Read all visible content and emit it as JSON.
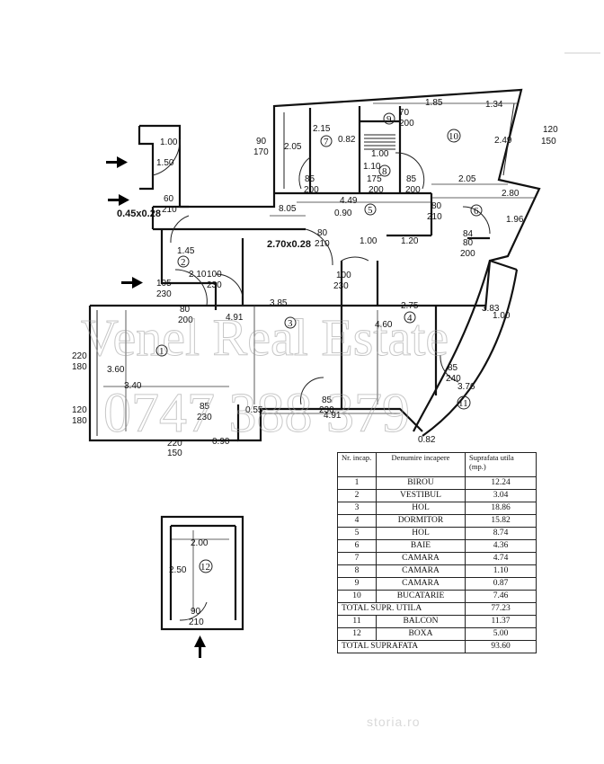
{
  "watermark": {
    "line1": "Venel Real Estate",
    "line2": "0747 388 379"
  },
  "rooms": [
    {
      "id": "1",
      "label": "1"
    },
    {
      "id": "2",
      "label": "2"
    },
    {
      "id": "3",
      "label": "3"
    },
    {
      "id": "4",
      "label": "4"
    },
    {
      "id": "5",
      "label": "5"
    },
    {
      "id": "6",
      "label": "6"
    },
    {
      "id": "7",
      "label": "7"
    },
    {
      "id": "8",
      "label": "8"
    },
    {
      "id": "9",
      "label": "9"
    },
    {
      "id": "10",
      "label": "10"
    },
    {
      "id": "11",
      "label": "11"
    },
    {
      "id": "12",
      "label": "12"
    }
  ],
  "dimensions": {
    "d_100": "1.00",
    "d_150": "1.50",
    "d_60": "60",
    "d_210a": "210",
    "d_045": "0.45x0.28",
    "d_145": "1.45",
    "d_210b": "2.10",
    "d_100b": "100",
    "d_230a": "230",
    "d_105": "105",
    "d_230b": "230",
    "d_80a": "80",
    "d_200a": "200",
    "d_385": "3.85",
    "d_491a": "4.91",
    "d_220a": "220",
    "d_180a": "180",
    "d_360": "3.60",
    "d_340": "3.40",
    "d_120a": "120",
    "d_180b": "180",
    "d_85a": "85",
    "d_230c": "230",
    "d_055": "0.55",
    "d_85b": "85",
    "d_230d": "230",
    "d_491b": "4.91",
    "d_220b": "220",
    "d_150b": "150",
    "d_090a": "0.90",
    "d_90": "90",
    "d_170": "170",
    "d_215": "2.15",
    "d_205a": "2.05",
    "d_082a": "0.82",
    "d_85c": "85",
    "d_200b": "200",
    "d_175": "175",
    "d_200c": "200",
    "d_110": "1.10",
    "d_100c": "1.00",
    "d_70": "70",
    "d_200d": "200",
    "d_185": "1.85",
    "d_134": "1.34",
    "d_249": "2.49",
    "d_120b": "120",
    "d_150c": "150",
    "d_85d": "85",
    "d_200e": "200",
    "d_205b": "2.05",
    "d_805": "8.05",
    "d_449": "4.49",
    "d_090b": "0.90",
    "d_80b": "80",
    "d_210c": "210",
    "d_280": "2.80",
    "d_196": "1.96",
    "d_84": "84",
    "d_80c": "80",
    "d_200f": "200",
    "d_270": "2.70x0.28",
    "d_80d": "80",
    "d_210d": "210",
    "d_100d": "1.00",
    "d_120c": "1.20",
    "d_100e": "100",
    "d_230e": "230",
    "d_275": "2.75",
    "d_460": "4.60",
    "d_383": "3.83",
    "d_100f": "1.00",
    "d_85e": "85",
    "d_240": "240",
    "d_376": "3.76",
    "d_082b": "0.82",
    "d_200g": "2.00",
    "d_250": "2.50",
    "d_90b": "90",
    "d_210e": "210"
  },
  "legend": {
    "headers": {
      "nr": "Nr. incap.",
      "name": "Denumire incapere",
      "area": "Suprafata utila (mp.)"
    },
    "rows": [
      {
        "nr": "1",
        "name": "BIROU",
        "area": "12.24"
      },
      {
        "nr": "2",
        "name": "VESTIBUL",
        "area": "3.04"
      },
      {
        "nr": "3",
        "name": "HOL",
        "area": "18.86"
      },
      {
        "nr": "4",
        "name": "DORMITOR",
        "area": "15.82"
      },
      {
        "nr": "5",
        "name": "HOL",
        "area": "8.74"
      },
      {
        "nr": "6",
        "name": "BAIE",
        "area": "4.36"
      },
      {
        "nr": "7",
        "name": "CAMARA",
        "area": "4.74"
      },
      {
        "nr": "8",
        "name": "CAMARA",
        "area": "1.10"
      },
      {
        "nr": "9",
        "name": "CAMARA",
        "area": "0.87"
      },
      {
        "nr": "10",
        "name": "BUCATARIE",
        "area": "7.46"
      }
    ],
    "total_util": {
      "label": "TOTAL SUPR. UTILA",
      "area": "77.23"
    },
    "extra_rows": [
      {
        "nr": "11",
        "name": "BALCON",
        "area": "11.37"
      },
      {
        "nr": "12",
        "name": "BOXA",
        "area": "5.00"
      }
    ],
    "total": {
      "label": "TOTAL SUPRAFATA",
      "area": "93.60"
    }
  },
  "footer_mark": "storia.ro"
}
